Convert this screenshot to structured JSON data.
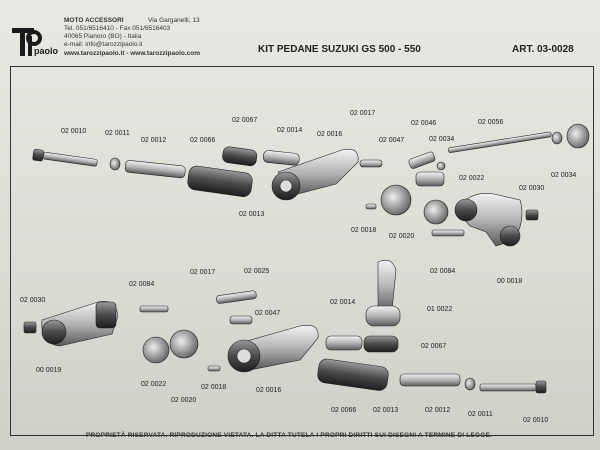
{
  "header": {
    "logo_text": "paolo",
    "company": "MOTO ACCESSORI",
    "address_street": "Via Garganelli, 13",
    "phone": "Tel. 051/6516410 - Fax 051/6516403",
    "address_city": "40065 Pianoro (BO) - Italia",
    "email": "e-mail: info@tarozzipaolo.it",
    "web": "www.tarozzipaolo.it - www.tarozzipaolo.com",
    "doc_title": "KIT PEDANE SUZUKI GS 500 - 550",
    "article": "ART. 03-0028"
  },
  "parts": [
    {
      "code": "02 0010"
    },
    {
      "code": "02 0011"
    },
    {
      "code": "02 0012"
    },
    {
      "code": "02 0066"
    },
    {
      "code": "02 0067"
    },
    {
      "code": "02 0014"
    },
    {
      "code": "02 0016"
    },
    {
      "code": "02 0017"
    },
    {
      "code": "02 0047"
    },
    {
      "code": "02 0046"
    },
    {
      "code": "02 0034"
    },
    {
      "code": "02 0056"
    },
    {
      "code": "02 0034"
    },
    {
      "code": "02 0013"
    },
    {
      "code": "02 0022"
    },
    {
      "code": "02 0030"
    },
    {
      "code": "02 0018"
    },
    {
      "code": "02 0020"
    },
    {
      "code": "02 0084"
    },
    {
      "code": "00 0018"
    },
    {
      "code": "02 0084"
    },
    {
      "code": "02 0017"
    },
    {
      "code": "02 0025"
    },
    {
      "code": "02 0030"
    },
    {
      "code": "02 0047"
    },
    {
      "code": "02 0014"
    },
    {
      "code": "01 0022"
    },
    {
      "code": "02 0067"
    },
    {
      "code": "00 0019"
    },
    {
      "code": "02 0022"
    },
    {
      "code": "02 0020"
    },
    {
      "code": "02 0018"
    },
    {
      "code": "02 0016"
    },
    {
      "code": "02 0066"
    },
    {
      "code": "02 0013"
    },
    {
      "code": "02 0012"
    },
    {
      "code": "02 0011"
    },
    {
      "code": "02 0010"
    }
  ],
  "footer": {
    "notice": "PROPRIETÀ RISERVATA. RIPRODUZIONE VIETATA. LA DITTA TUTELA I PROPRI DIRITTI SUI DISEGNI A TERMINE DI LEGGE."
  }
}
